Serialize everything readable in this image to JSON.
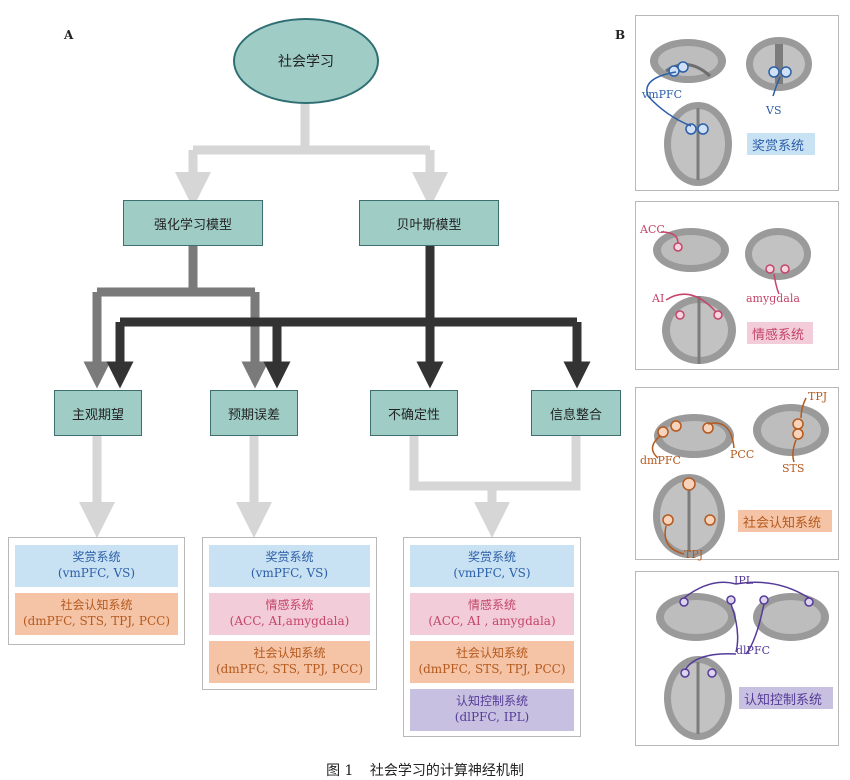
{
  "panel_a_letter": "A",
  "panel_b_letter": "B",
  "root": "社会学习",
  "models": {
    "rl": "强化学习模型",
    "bayes": "贝叶斯模型"
  },
  "concepts": {
    "subjective": "主观期望",
    "prediction_error": "预期误差",
    "uncertainty": "不确定性",
    "integration": "信息整合"
  },
  "groups": [
    {
      "items": [
        {
          "title": "奖赏系统",
          "sub": "(vmPFC, VS)"
        },
        {
          "title": "社会认知系统",
          "sub": "(dmPFC, STS, TPJ, PCC)"
        }
      ]
    },
    {
      "items": [
        {
          "title": "奖赏系统",
          "sub": "(vmPFC, VS)"
        },
        {
          "title": "情感系统",
          "sub": "(ACC, AI,amygdala)"
        },
        {
          "title": "社会认知系统",
          "sub": "(dmPFC, STS, TPJ, PCC)"
        }
      ]
    },
    {
      "items": [
        {
          "title": "奖赏系统",
          "sub": "(vmPFC, VS)"
        },
        {
          "title": "情感系统",
          "sub": "(ACC, AI , amygdala)"
        },
        {
          "title": "社会认知系统",
          "sub": "(dmPFC, STS, TPJ, PCC)"
        },
        {
          "title": "认知控制系统",
          "sub": "(dlPFC, IPL)"
        }
      ]
    }
  ],
  "brain_panels": {
    "reward": {
      "system": "奖赏系统",
      "labels": [
        "vmPFC",
        "VS"
      ]
    },
    "affect": {
      "system": "情感系统",
      "labels": [
        "ACC",
        "AI",
        "amygdala"
      ]
    },
    "social": {
      "system": "社会认知系统",
      "labels": [
        "TPJ",
        "dmPFC",
        "PCC",
        "STS",
        "TPJ"
      ]
    },
    "control": {
      "system": "认知控制系统",
      "labels": [
        "IPL",
        "dlPFC"
      ]
    }
  },
  "colors": {
    "box_fill": "#9fcdc6",
    "blue": "#2d5fa8",
    "pink": "#c44569",
    "orange": "#b45a1e",
    "purple": "#553b98",
    "arrow_light": "#d6d6d6",
    "arrow_mid": "#7a7a7a",
    "arrow_dark": "#333333"
  },
  "caption": {
    "fig": "图 1",
    "title": "社会学习的计算神经机制"
  }
}
